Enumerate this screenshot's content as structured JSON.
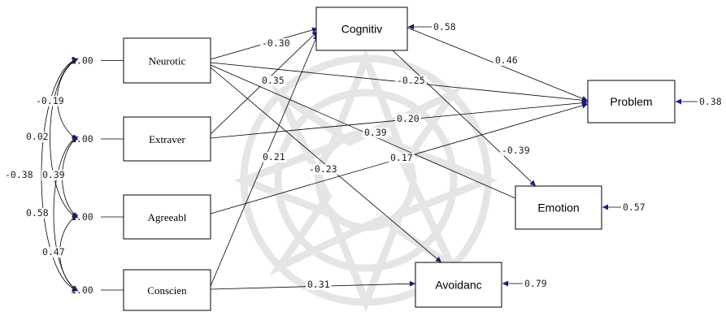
{
  "colors": {
    "arrowhead": "#1a1a7a",
    "line": "#000000",
    "background": "#ffffff"
  },
  "exogenous": [
    {
      "id": "neurotic",
      "label": "Neurotic",
      "variance": "1.00"
    },
    {
      "id": "extraver",
      "label": "Extraver",
      "variance": "1.00"
    },
    {
      "id": "agreeabl",
      "label": "Agreeabl",
      "variance": "1.00"
    },
    {
      "id": "conscien",
      "label": "Conscien",
      "variance": "1.00"
    }
  ],
  "endogenous": [
    {
      "id": "cognitiv",
      "label": "Cognitiv",
      "error": "0.58"
    },
    {
      "id": "problem",
      "label": "Problem",
      "error": "0.38"
    },
    {
      "id": "emotion",
      "label": "Emotion",
      "error": "0.57"
    },
    {
      "id": "avoidanc",
      "label": "Avoidanc",
      "error": "0.79"
    }
  ],
  "covariances": [
    {
      "from": "neurotic",
      "to": "extraver",
      "value": "-0.19"
    },
    {
      "from": "neurotic",
      "to": "agreeabl",
      "value": "0.02"
    },
    {
      "from": "neurotic",
      "to": "conscien",
      "value": "-0.38"
    },
    {
      "from": "extraver",
      "to": "agreeabl",
      "value": "0.39"
    },
    {
      "from": "extraver",
      "to": "conscien",
      "value": "0.58"
    },
    {
      "from": "agreeabl",
      "to": "conscien",
      "value": "0.47"
    }
  ],
  "paths": [
    {
      "from": "neurotic",
      "to": "cognitiv",
      "value": "-0.30"
    },
    {
      "from": "neurotic",
      "to": "problem",
      "value": "-0.25"
    },
    {
      "from": "neurotic",
      "to": "emotion",
      "value": "0.39"
    },
    {
      "from": "neurotic",
      "to": "avoidanc",
      "value": "-0.23"
    },
    {
      "from": "extraver",
      "to": "cognitiv",
      "value": "0.35"
    },
    {
      "from": "extraver",
      "to": "problem",
      "value": "0.20"
    },
    {
      "from": "agreeabl",
      "to": "problem",
      "value": "0.17"
    },
    {
      "from": "conscien",
      "to": "cognitiv",
      "value": "0.21"
    },
    {
      "from": "conscien",
      "to": "avoidanc",
      "value": "0.31"
    },
    {
      "from": "cognitiv",
      "to": "problem",
      "value": "0.46"
    },
    {
      "from": "cognitiv",
      "to": "emotion",
      "value": "-0.39"
    }
  ]
}
